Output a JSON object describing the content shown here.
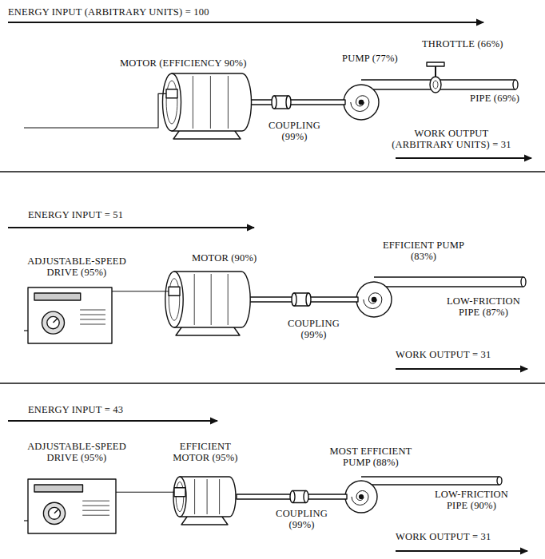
{
  "diagram": {
    "labels": [
      "ENERGY INPUT (ARBITRARY UNITS) = 100",
      "THROTTLE (66%)",
      "MOTOR (EFFICIENCY 90%)",
      "PUMP (77%)",
      "PIPE (69%)",
      "COUPLING (99%)",
      "WORK OUTPUT (ARBITRARY UNITS) = 31",
      "ENERGY INPUT = 51",
      "EFFICIENT PUMP (83%)",
      "ADJUSTABLE-SPEED DRIVE (95%)",
      "MOTOR (90%)",
      "LOW-FRICTION PIPE (87%)",
      "COUPLING (99%)",
      "WORK OUTPUT = 31",
      "ENERGY INPUT = 43",
      "ADJUSTABLE-SPEED DRIVE (95%)",
      "EFFICIENT MOTOR (95%)",
      "MOST EFFICIENT PUMP (88%)",
      "LOW-FRICTION PIPE (90%)",
      "COUPLING (99%)",
      "WORK OUTPUT = 31"
    ]
  }
}
